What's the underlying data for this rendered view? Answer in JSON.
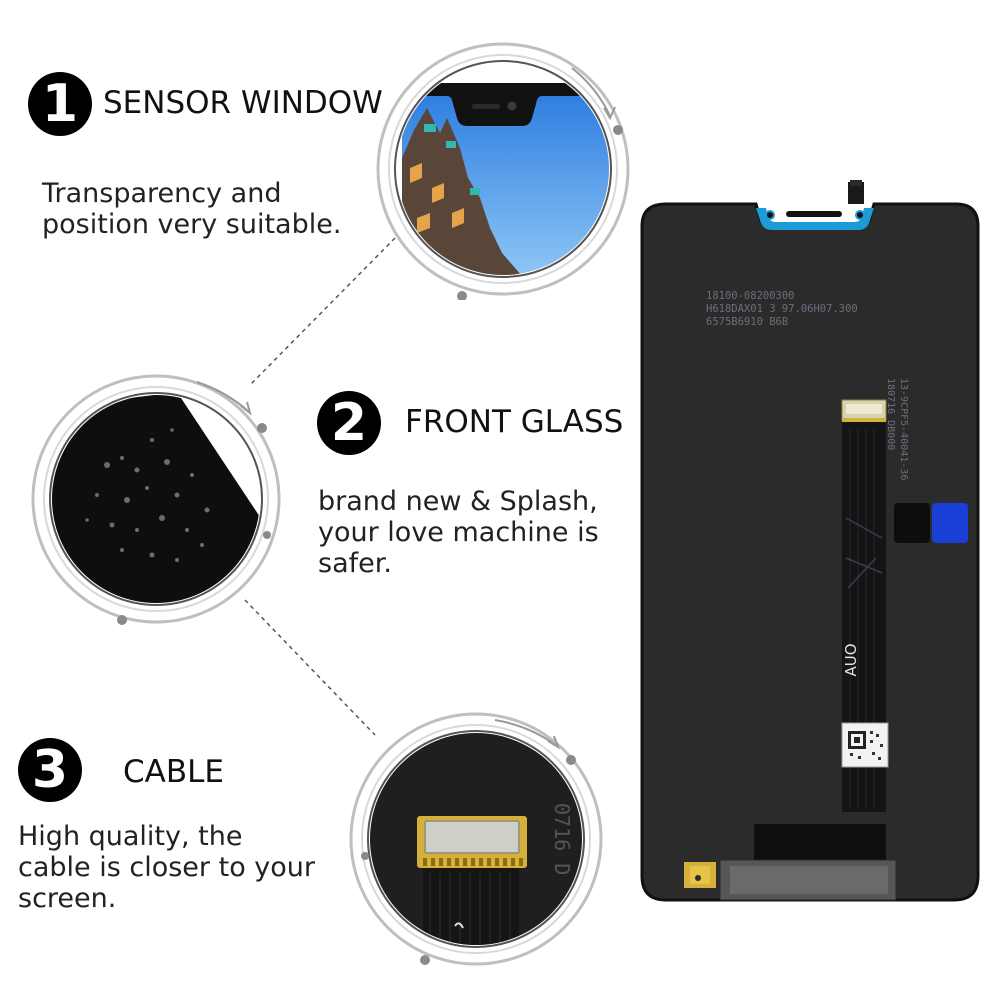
{
  "features": [
    {
      "number": "1",
      "title": "SENSOR WINDOW",
      "desc_lines": [
        "Transparency and",
        "position very suitable."
      ],
      "icon": "sensor-window-zoom"
    },
    {
      "number": "2",
      "title": "FRONT GLASS",
      "desc_lines": [
        "brand  new & Splash,",
        "your love machine is",
        "safer."
      ],
      "icon": "front-glass-zoom"
    },
    {
      "number": "3",
      "title": "CABLE",
      "desc_lines": [
        "High quality, the",
        "cable is closer to your",
        "screen."
      ],
      "icon": "cable-zoom"
    }
  ],
  "screen_labels": {
    "batch_line1": "18100-08200300",
    "batch_line2": "H618DAX01 3 97.06H07.300",
    "batch_line3": "6575B6910 B6B",
    "vertical_code1": "13-9CPF5-40041-36",
    "vertical_code2": "180716 DB000",
    "manufacturer": "AUO",
    "zoom_cable_code": "0716 D"
  },
  "colors": {
    "badge": "#000000",
    "screen": "#2b2b2b",
    "accent_blue": "#1a3fd6",
    "cable_gold": "#d6b13a",
    "notch_cyan": "#1e9ad6"
  }
}
